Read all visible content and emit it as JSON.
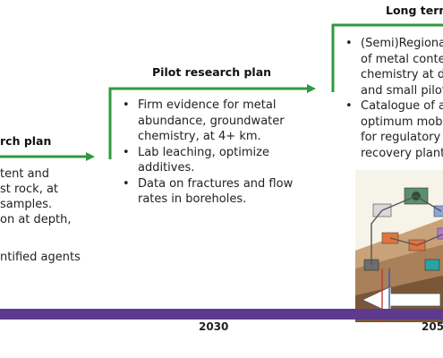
{
  "stages": {
    "left": {
      "title": "rch plan",
      "lines": [
        "tent and",
        "st rock, at",
        "samples.",
        "on at depth,",
        "",
        "ntified agents"
      ]
    },
    "pilot": {
      "title": "Pilot research plan",
      "bullets": [
        "Firm evidence for metal\nabundance, groundwater\nchemistry, at 4+ km.",
        "Lab leaching, optimize\nadditives.",
        "Data on fractures and flow\nrates in boreholes."
      ]
    },
    "long_term": {
      "title": "Long term",
      "bullets": [
        "(Semi)Regiona\nof metal conte\nchemistry at de\nand small pilot",
        "Catalogue of a\noptimum mob\nfor regulatory\nrecovery plant"
      ]
    }
  },
  "timeline": {
    "years": [
      "2030",
      "205"
    ],
    "color": "#5d3a8e"
  },
  "colors": {
    "arrow": "#2f9a3e"
  }
}
